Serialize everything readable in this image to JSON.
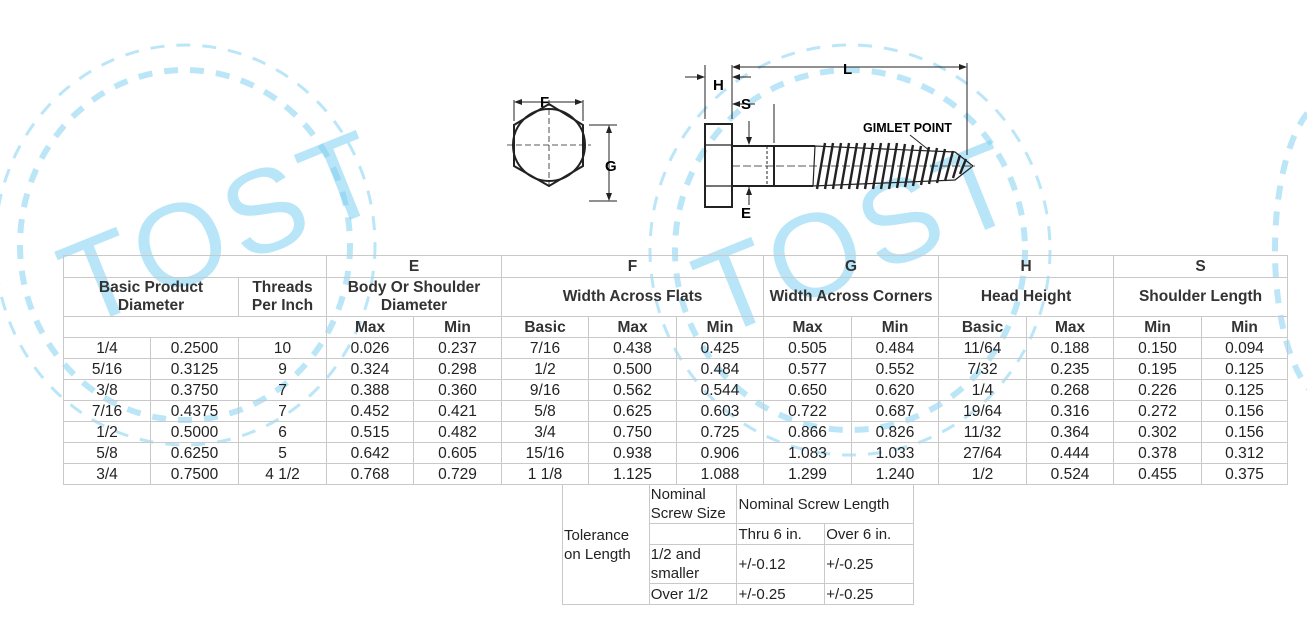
{
  "watermark": {
    "text": "TOST"
  },
  "diagram": {
    "labels": {
      "F": "F",
      "G": "G",
      "H": "H",
      "S": "S",
      "L": "L",
      "E_head": "E",
      "gimlet": "GIMLET POINT"
    }
  },
  "spec_table": {
    "letter_headers": [
      "E",
      "F",
      "G",
      "H",
      "S"
    ],
    "group_headers": {
      "basic_diameter": "Basic Product Diameter",
      "threads": "Threads Per Inch",
      "body": "Body Or Shoulder Diameter",
      "flats": "Width Across Flats",
      "corners": "Width Across Corners",
      "head": "Head Height",
      "shoulder": "Shoulder Length"
    },
    "sub_headers": [
      "Max",
      "Min",
      "Basic",
      "Max",
      "Min",
      "Max",
      "Min",
      "Basic",
      "Max",
      "Min",
      "Min"
    ],
    "rows": [
      [
        "1/4",
        "0.2500",
        "10",
        "0.026",
        "0.237",
        "7/16",
        "0.438",
        "0.425",
        "0.505",
        "0.484",
        "11/64",
        "0.188",
        "0.150",
        "0.094"
      ],
      [
        "5/16",
        "0.3125",
        "9",
        "0.324",
        "0.298",
        "1/2",
        "0.500",
        "0.484",
        "0.577",
        "0.552",
        "7/32",
        "0.235",
        "0.195",
        "0.125"
      ],
      [
        "3/8",
        "0.3750",
        "7",
        "0.388",
        "0.360",
        "9/16",
        "0.562",
        "0.544",
        "0.650",
        "0.620",
        "1/4",
        "0.268",
        "0.226",
        "0.125"
      ],
      [
        "7/16",
        "0.4375",
        "7",
        "0.452",
        "0.421",
        "5/8",
        "0.625",
        "0.603",
        "0.722",
        "0.687",
        "19/64",
        "0.316",
        "0.272",
        "0.156"
      ],
      [
        "1/2",
        "0.5000",
        "6",
        "0.515",
        "0.482",
        "3/4",
        "0.750",
        "0.725",
        "0.866",
        "0.826",
        "11/32",
        "0.364",
        "0.302",
        "0.156"
      ],
      [
        "5/8",
        "0.6250",
        "5",
        "0.642",
        "0.605",
        "15/16",
        "0.938",
        "0.906",
        "1.083",
        "1.033",
        "27/64",
        "0.444",
        "0.378",
        "0.312"
      ],
      [
        "3/4",
        "0.7500",
        "4 1/2",
        "0.768",
        "0.729",
        "1 1/8",
        "1.125",
        "1.088",
        "1.299",
        "1.240",
        "1/2",
        "0.524",
        "0.455",
        "0.375"
      ]
    ]
  },
  "tolerance_table": {
    "row_label": "Tolerance on Length",
    "size_header": "Nominal Screw Size",
    "length_header": "Nominal Screw Length",
    "col_thru": "Thru 6 in.",
    "col_over": "Over 6 in.",
    "rows": [
      {
        "size": "1/2 and smaller",
        "thru": "+/-0.12",
        "over": "+/-0.25"
      },
      {
        "size": "Over 1/2",
        "thru": "+/-0.25",
        "over": "+/-0.25"
      }
    ]
  }
}
